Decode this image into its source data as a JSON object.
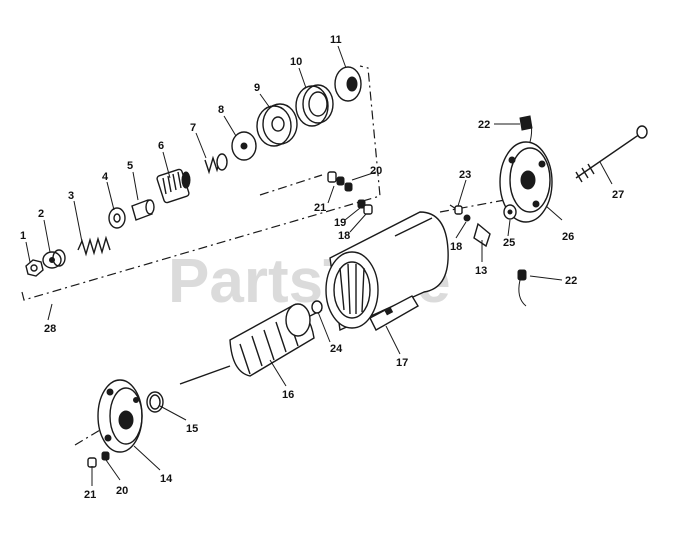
{
  "watermark": "PartsTree",
  "callouts": {
    "c1": "1",
    "c2": "2",
    "c3": "3",
    "c4": "4",
    "c5": "5",
    "c6": "6",
    "c7": "7",
    "c8": "8",
    "c9": "9",
    "c10": "10",
    "c11": "11",
    "c13": "13",
    "c14": "14",
    "c15": "15",
    "c16": "16",
    "c17": "17",
    "c18a": "18",
    "c18b": "18",
    "c19": "19",
    "c20a": "20",
    "c20b": "20",
    "c21a": "21",
    "c21b": "21",
    "c22a": "22",
    "c22b": "22",
    "c23": "23",
    "c24": "24",
    "c25": "25",
    "c26": "26",
    "c27": "27",
    "c28": "28"
  }
}
